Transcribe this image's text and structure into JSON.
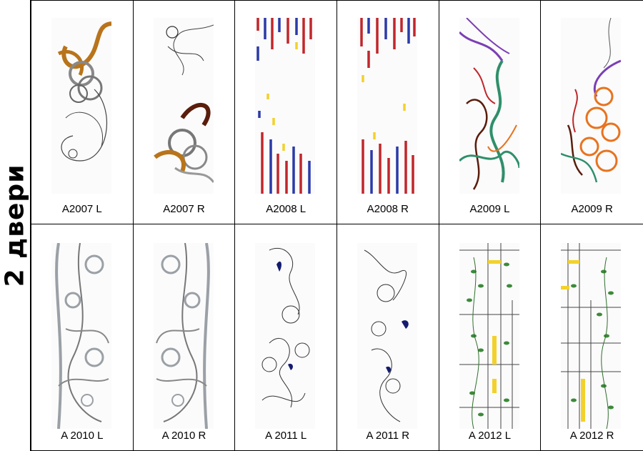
{
  "side_label": "2 двери",
  "products": [
    {
      "code": "A2007 L",
      "pattern": "ribbon-bronze"
    },
    {
      "code": "A2007 R",
      "pattern": "ribbon-brown"
    },
    {
      "code": "A2008 L",
      "pattern": "stained-bars"
    },
    {
      "code": "A2008 R",
      "pattern": "stained-bars"
    },
    {
      "code": "A2009 L",
      "pattern": "abstract-green"
    },
    {
      "code": "A2009 R",
      "pattern": "abstract-orange"
    },
    {
      "code": "A 2010 L",
      "pattern": "silver-swirls"
    },
    {
      "code": "A 2010 R",
      "pattern": "silver-swirls"
    },
    {
      "code": "A 2011 L",
      "pattern": "loops-blue"
    },
    {
      "code": "A 2011 R",
      "pattern": "loops-blue"
    },
    {
      "code": "A 2012 L",
      "pattern": "vines-grid"
    },
    {
      "code": "A 2012 R",
      "pattern": "vines-grid"
    }
  ],
  "colors": {
    "bronze": "#b9741b",
    "brown": "#5a1d0c",
    "red": "#c0262b",
    "blue": "#2b3aa8",
    "yellow": "#f2d12b",
    "green": "#2f8f6b",
    "purple": "#7b3fb5",
    "orange": "#e8731f",
    "navy": "#141c6e",
    "leaf": "#3c8a3a",
    "silver": "#9aa0a6"
  }
}
